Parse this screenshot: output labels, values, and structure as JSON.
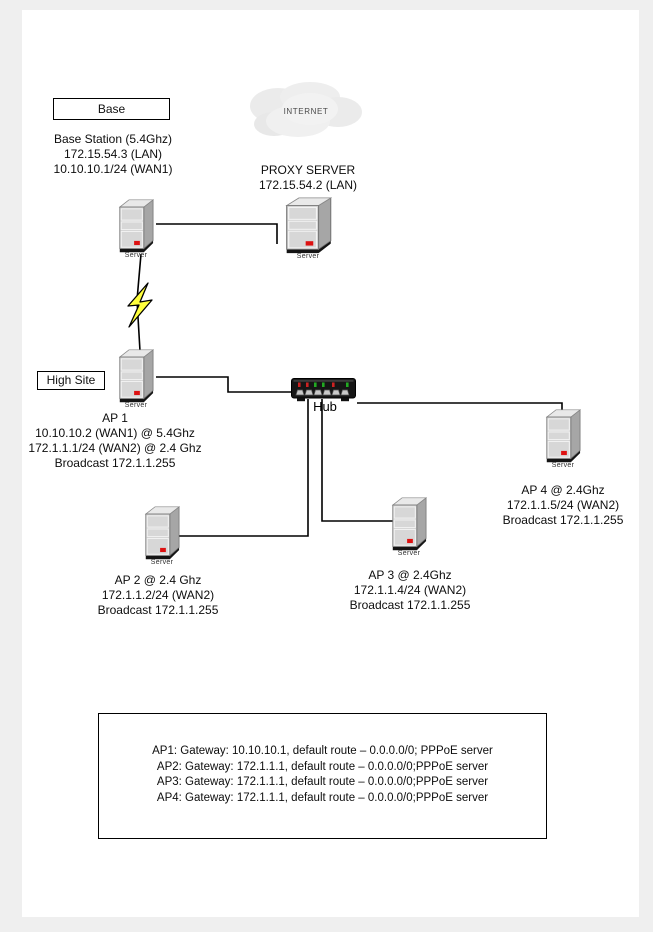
{
  "colors": {
    "page_margin": "#efefef",
    "canvas": "#ffffff",
    "line": "#000000",
    "bolt_yellow": "#ffff3d",
    "led_red": "#dd1111",
    "hub_led_green": "#22aa22",
    "hub_led_red": "#cc2222",
    "server_body": "#d2d2d2"
  },
  "labels": {
    "base_box": "Base",
    "high_site_box": "High Site",
    "hub": "Hub",
    "internet": "INTERNET",
    "server_caption": "Server"
  },
  "nodes": {
    "base_station": {
      "lines": [
        "Base Station (5.4Ghz)",
        "172.15.54.3 (LAN)",
        "10.10.10.1/24 (WAN1)"
      ]
    },
    "proxy_server": {
      "lines": [
        "PROXY SERVER",
        "172.15.54.2 (LAN)"
      ]
    },
    "ap1": {
      "lines": [
        "AP 1",
        "10.10.10.2 (WAN1) @ 5.4Ghz",
        "172.1.1.1/24 (WAN2) @ 2.4 Ghz",
        "Broadcast 172.1.1.255"
      ]
    },
    "ap2": {
      "lines": [
        "AP 2 @ 2.4 Ghz",
        "172.1.1.2/24 (WAN2)",
        "Broadcast 172.1.1.255"
      ]
    },
    "ap3": {
      "lines": [
        "AP 3 @ 2.4Ghz",
        "172.1.1.4/24 (WAN2)",
        "Broadcast 172.1.1.255"
      ]
    },
    "ap4": {
      "lines": [
        "AP 4 @ 2.4Ghz",
        "172.1.1.5/24 (WAN2)",
        "Broadcast 172.1.1.255"
      ]
    }
  },
  "notes": {
    "lines": [
      "AP1: Gateway: 10.10.10.1, default route – 0.0.0.0/0; PPPoE server",
      "AP2: Gateway: 172.1.1.1, default route – 0.0.0.0/0;PPPoE server",
      "AP3: Gateway: 172.1.1.1, default route – 0.0.0.0/0;PPPoE server",
      "AP4: Gateway: 172.1.1.1, default route – 0.0.0.0/0;PPPoE server"
    ]
  }
}
